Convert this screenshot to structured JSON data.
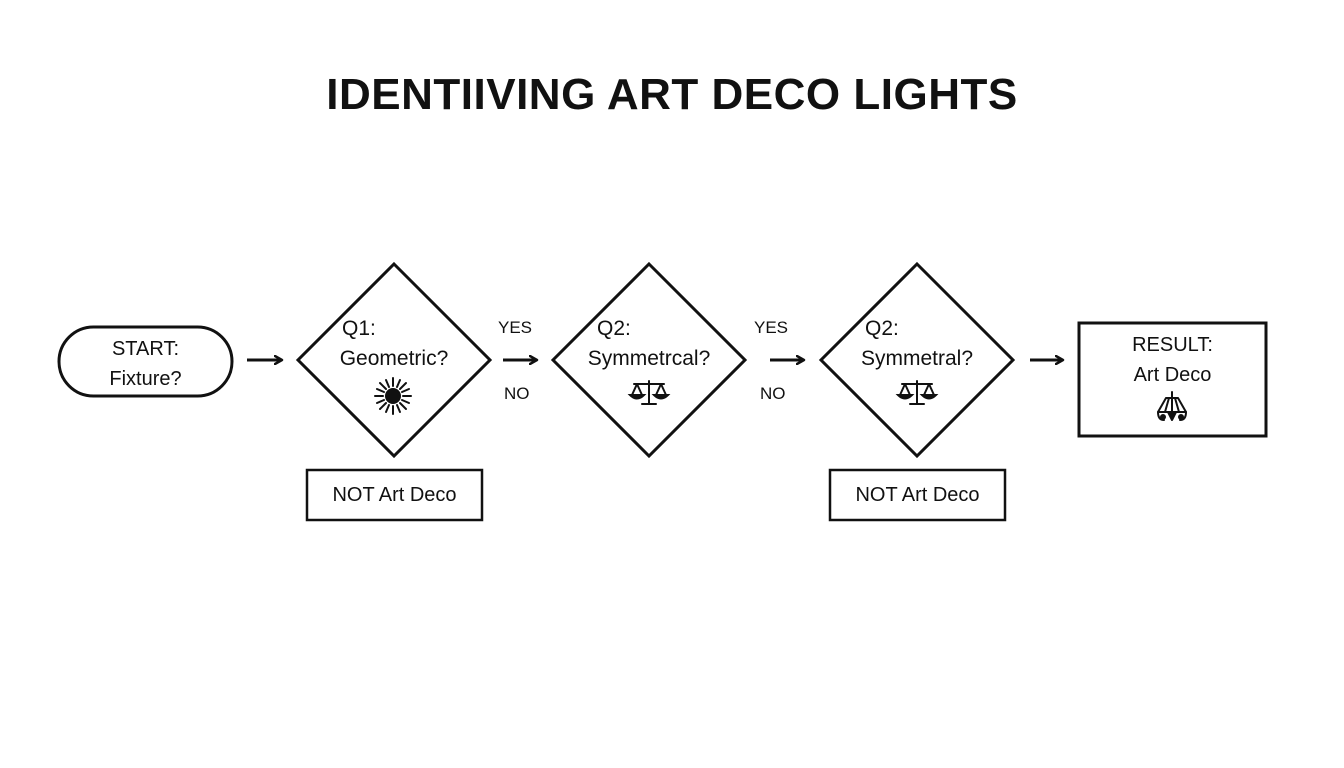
{
  "title": "IDENTIIVING ART DECO LIGHTS",
  "start": {
    "line1": "START:",
    "line2": "Fixture?"
  },
  "q1": {
    "line1": "Q1:",
    "line2": "Geometric?",
    "icon": "sunburst-icon"
  },
  "q2a": {
    "line1": "Q2:",
    "line2": "Symmetrcal?",
    "icon": "scales-icon"
  },
  "q2b": {
    "line1": "Q2:",
    "line2": "Symmetral?",
    "icon": "scales-icon"
  },
  "result": {
    "line1": "RESULT:",
    "line2": "Art Deco",
    "icon": "chandelier-icon"
  },
  "branch_labels": {
    "yes1": "YES",
    "no1": "NO",
    "yes2": "YES",
    "no2": "NO"
  },
  "not_boxes": {
    "box1": "NOT Art Deco",
    "box2": "NOT Art Deco"
  },
  "colors": {
    "stroke": "#111111",
    "background": "#ffffff"
  }
}
